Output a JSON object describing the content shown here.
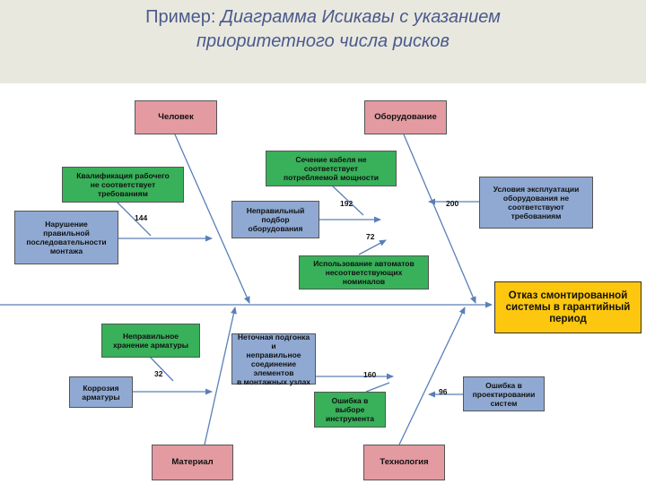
{
  "title": {
    "lead": "Пример: ",
    "line1_em": "Диаграмма Исикавы с указанием",
    "line2_em": "приоритетного числа рисков"
  },
  "categories": {
    "person": "Человек",
    "equipment": "Оборудование",
    "material": "Материал",
    "technology": "Технология"
  },
  "effect": "Отказ смонтированной\nсистемы в гарантийный\nпериод",
  "causes": {
    "qualification": "Квалификация рабочего\nне соответствует\nтребованиям",
    "sequence_violation": "Нарушение\nправильной\nпоследовательности\nмонтажа",
    "cable_section": "Сечение кабеля не\nсоответствует\nпотребляемой мощности",
    "wrong_selection": "Неправильный\nподбор\nоборудования",
    "operating_conditions": "Условия эксплуатации\nоборудования не\nсоответствуют\nтребованиям",
    "breakers": "Использование автоматов\nнесоответствующих\nноминалов",
    "storage": "Неправильное\nхранение арматуры",
    "corrosion": "Коррозия\nарматуры",
    "fitting": "Неточная подгонка и\nнеправильное\nсоединение элементов\nв монтажных узлах",
    "tool_choice": "Ошибка в\nвыборе\nинструмента",
    "design_error": "Ошибка в\nпроектировании\nсистем"
  },
  "rpn": {
    "sequence_violation": "144",
    "wrong_selection": "192",
    "operating_conditions": "200",
    "breakers": "72",
    "corrosion": "32",
    "fitting": "160",
    "design_error": "96"
  },
  "colors": {
    "header_bg": "#e9e8df",
    "title": "#4a5a8c",
    "category": "#e39aa1",
    "cause_green": "#38b15a",
    "cause_blue": "#8fa9d2",
    "effect": "#fcc70e",
    "arrow": "#5a7fb8"
  }
}
